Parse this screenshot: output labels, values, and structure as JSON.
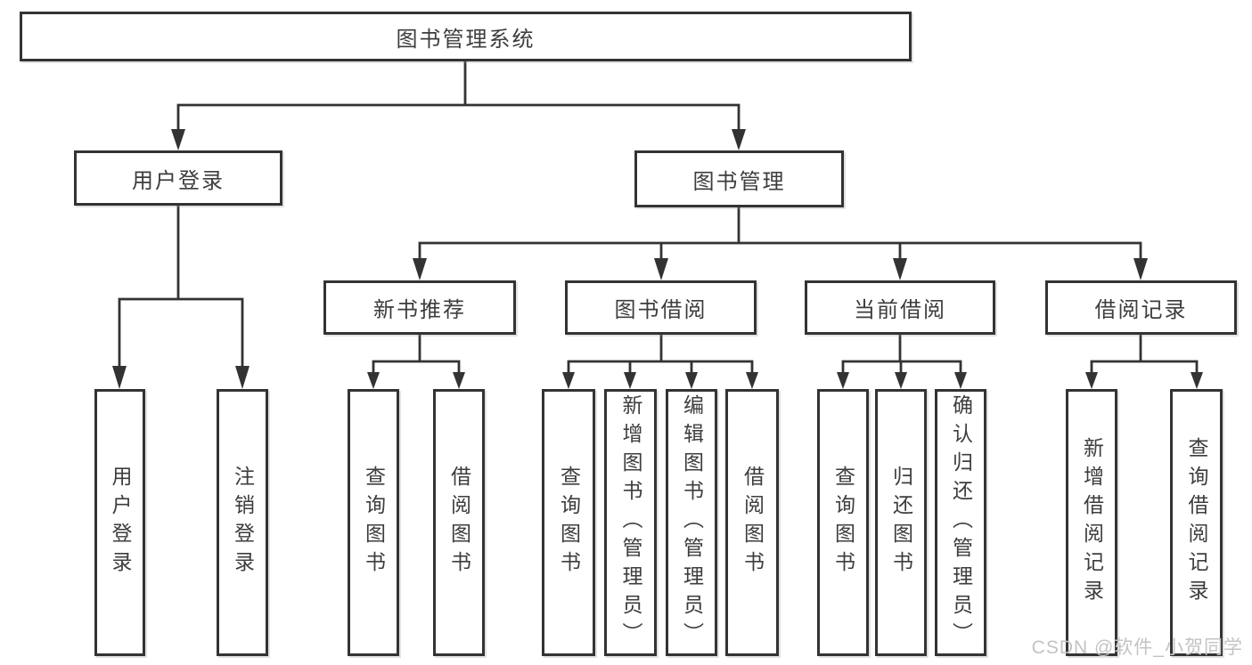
{
  "colors": {
    "line": "#333333",
    "box_border": "#333333",
    "text": "#3d3d3d",
    "background": "#ffffff",
    "watermark": "#c3c3c3"
  },
  "watermark": {
    "text": "CSDN @软件_小贺同学"
  },
  "diagram": {
    "root": {
      "label": "图书管理系统"
    },
    "branches": [
      {
        "label": "用户登录",
        "leaves": [
          {
            "label": "用户登录"
          },
          {
            "label": "注销登录"
          }
        ]
      },
      {
        "label": "图书管理",
        "groups": [
          {
            "label": "新书推荐",
            "leaves": [
              {
                "label": "查询图书"
              },
              {
                "label": "借阅图书"
              }
            ]
          },
          {
            "label": "图书借阅",
            "leaves": [
              {
                "label": "查询图书"
              },
              {
                "label": "新增图书（管理员）"
              },
              {
                "label": "编辑图书（管理员）"
              },
              {
                "label": "借阅图书"
              }
            ]
          },
          {
            "label": "当前借阅",
            "leaves": [
              {
                "label": "查询图书"
              },
              {
                "label": "归还图书"
              },
              {
                "label": "确认归还（管理员）"
              }
            ]
          },
          {
            "label": "借阅记录",
            "leaves": [
              {
                "label": "新增借阅记录"
              },
              {
                "label": "查询借阅记录"
              }
            ]
          }
        ]
      }
    ]
  }
}
